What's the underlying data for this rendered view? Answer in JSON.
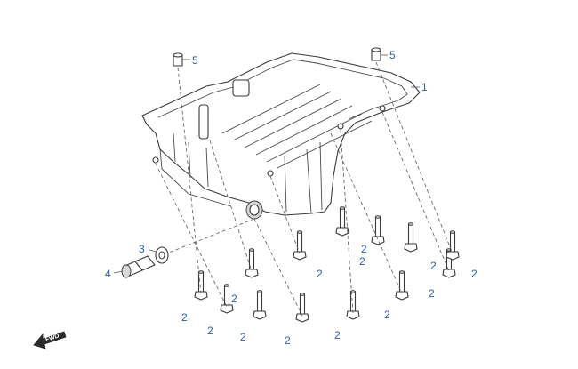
{
  "diagram": {
    "callouts": {
      "p1": "1",
      "p2": "2",
      "p3": "3",
      "p4": "4",
      "p5": "5"
    },
    "fwd_label": "FWD",
    "colors": {
      "callout": "#2e5fa8",
      "line": "#3a3a3a",
      "background": "#ffffff"
    }
  }
}
